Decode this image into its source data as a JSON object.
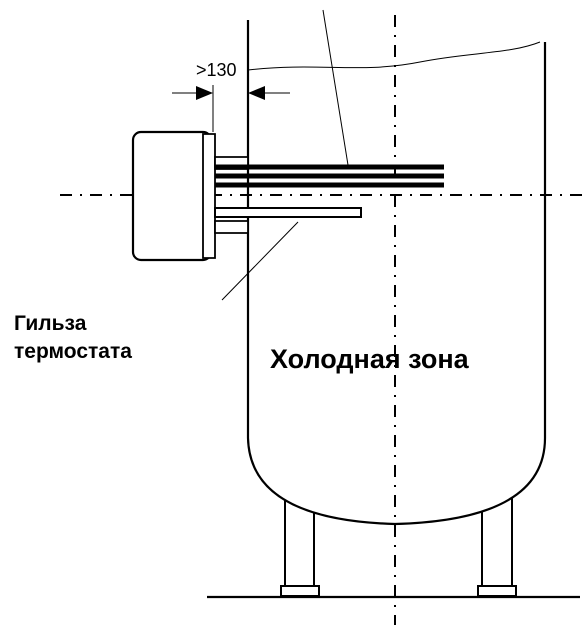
{
  "labels": {
    "dimension": ">130",
    "sleeve_line1": "Гильза",
    "sleeve_line2": "термостата",
    "zone": "Холодная зона"
  },
  "colors": {
    "ink": "#000000",
    "background": "#ffffff"
  }
}
